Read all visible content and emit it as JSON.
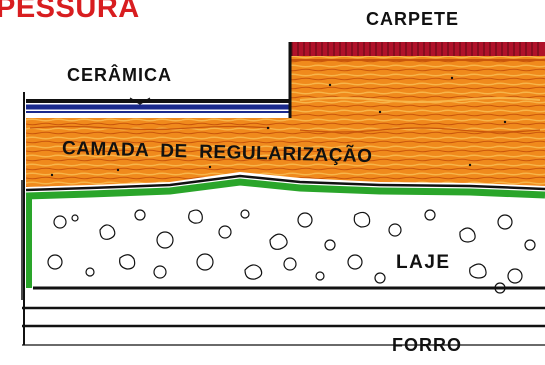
{
  "title": "PESSURA",
  "labels": {
    "carpete": "CARPETE",
    "ceramica": "CERÂMICA",
    "camada": "CAMADA  DE  REGULARIZAÇÃO",
    "laje": "LAJE",
    "forro": "FORRO"
  },
  "colors": {
    "title": "#d81d20",
    "screed": "#f08a1c",
    "screed_dark": "#c9560c",
    "carpet": "#b0122a",
    "ceramic_line": "#1a2a8c",
    "waterproofing": "#2aa52a",
    "ink": "#111111"
  }
}
